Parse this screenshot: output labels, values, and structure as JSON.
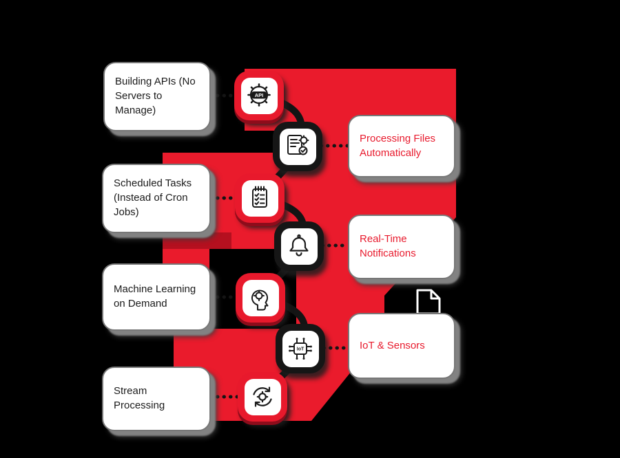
{
  "diagram": {
    "background_color": "#000000",
    "arrow_color": "#ea1b2c",
    "arrow_shade_color": "#b5101f",
    "left_cards": [
      {
        "label": "Building APIs (No Servers to Manage)"
      },
      {
        "label": "Scheduled Tasks (Instead of Cron Jobs)"
      },
      {
        "label": "Machine Learning on Demand"
      },
      {
        "label": "Stream Processing"
      }
    ],
    "right_cards": [
      {
        "label": "Processing Files Automatically"
      },
      {
        "label": "Real-Time Notifications"
      },
      {
        "label": "IoT & Sensors"
      }
    ],
    "icons": [
      {
        "name": "api-gear-icon",
        "badge": "red",
        "label": "API"
      },
      {
        "name": "file-processing-icon",
        "badge": "black"
      },
      {
        "name": "scheduled-tasks-icon",
        "badge": "red"
      },
      {
        "name": "notification-bell-icon",
        "badge": "black"
      },
      {
        "name": "machine-learning-icon",
        "badge": "red"
      },
      {
        "name": "iot-chip-icon",
        "badge": "black",
        "label": "IoT"
      },
      {
        "name": "stream-processing-icon",
        "badge": "red"
      }
    ],
    "colors": {
      "badge_red": "#e8192c",
      "badge_black": "#161616",
      "card_background": "#ffffff",
      "left_card_text": "#1a1a1a",
      "right_card_text": "#e8192c"
    }
  }
}
